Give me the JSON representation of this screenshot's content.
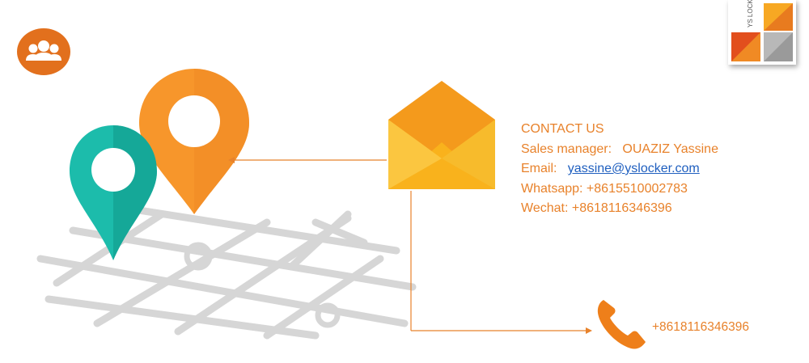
{
  "logo": {
    "text": "YS LOCKER"
  },
  "contact": {
    "heading": "CONTACT US",
    "sales_manager_label": "Sales manager:",
    "sales_manager_name": "OUAZIZ  Yassine",
    "email_label": "Email:",
    "email_value": "yassine@yslocker.com",
    "whatsapp": "Whatsapp: +8615510002783",
    "wechat": "Wechat: +8618116346396"
  },
  "phone": {
    "number": "+8618116346396"
  },
  "colors": {
    "accent_orange": "#e8822b",
    "pin_orange": "#f7962b",
    "pin_teal": "#1cbcab",
    "envelope_yellow": "#f9b21c",
    "link_blue": "#1f5fbf"
  },
  "icons": [
    "team-icon",
    "map-pin-orange-icon",
    "map-pin-teal-icon",
    "envelope-icon",
    "phone-icon"
  ]
}
